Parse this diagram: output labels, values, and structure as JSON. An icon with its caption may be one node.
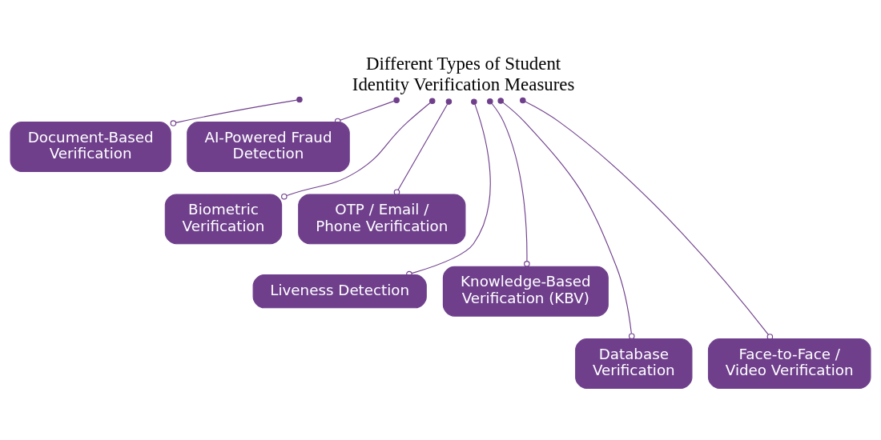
{
  "diagram": {
    "nodes": [
      {
        "text": [
          "Different Types of Student Identity Verification Measures"
        ]
      },
      {
        "text": [
          "Document-Based Verification"
        ]
      },
      {
        "text": [
          "AI-Powered Fraud Detection"
        ]
      },
      {
        "text": [
          "Biometric Verification"
        ]
      },
      {
        "text": [
          "OTP / Email / Phone Verification"
        ]
      },
      {
        "text": [
          "Liveness Detection"
        ]
      },
      {
        "text": [
          "Knowledge-Based Verification (KBV)"
        ]
      },
      {
        "text": [
          "Database Verification"
        ]
      },
      {
        "text": [
          "Face-to-Face / Video Verification"
        ]
      }
    ],
    "edges": [
      {
        "from": 0,
        "to": 1,
        "arrow": "other"
      },
      {
        "from": 0,
        "to": 3,
        "arrow": "other"
      },
      {
        "from": 0,
        "to": 5,
        "arrow": "other"
      },
      {
        "from": 0,
        "to": 7,
        "arrow": "other"
      },
      {
        "from": 0,
        "to": 8,
        "arrow": "other"
      },
      {
        "from": 0,
        "to": 6,
        "arrow": "other"
      },
      {
        "from": 0,
        "to": 4,
        "arrow": "other"
      },
      {
        "from": 0,
        "to": 2,
        "arrow": "other"
      }
    ]
  }
}
